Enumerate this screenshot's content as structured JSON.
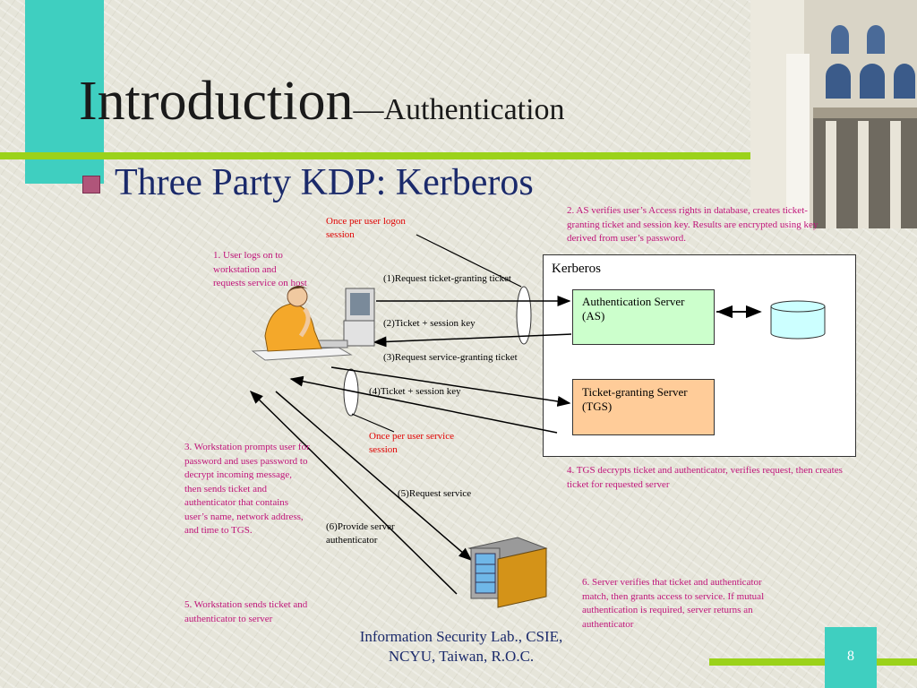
{
  "slide": {
    "title": "Introduction",
    "title_suffix": "—Authentication",
    "bullet": "Three Party KDP: Kerberos",
    "page_number": "8",
    "footer_line1": "Information Security Lab., CSIE,",
    "footer_line2": "NCYU, Taiwan, R.O.C."
  },
  "diagram": {
    "kerberos_label": "Kerberos",
    "as_box": "Authentication Server (AS)",
    "tgs_box": "Ticket-granting Server (TGS)",
    "red_note_1": "Once per user logon session",
    "red_note_2": "Once per user service session",
    "msg_1": "(1)Request ticket-granting ticket",
    "msg_2": "(2)Ticket + session key",
    "msg_3": "(3)Request service-granting ticket",
    "msg_4": "(4)Ticket + session key",
    "msg_5": "(5)Request service",
    "msg_6": "(6)Provide server authenticator",
    "step_1": "1. User logs on to workstation and requests service on host",
    "step_2": "2. AS verifies user’s Access rights in database, creates ticket-granting ticket and session key. Results are encrypted using key derived from user’s password.",
    "step_3": "3. Workstation prompts user for password and uses password to decrypt incoming message, then sends ticket and authenticator that contains user’s name, network address, and time to TGS.",
    "step_4": "4. TGS decrypts ticket and authenticator, verifies request, then creates ticket for requested server",
    "step_5": "5. Workstation sends ticket and authenticator to server",
    "step_6": "6. Server verifies that ticket and authenticator match, then grants access to service. If mutual authentication is required, server returns an authenticator"
  },
  "colors": {
    "teal": "#3fcfc0",
    "lime": "#9bd21a",
    "as_fill": "#ccffcc",
    "tgs_fill": "#ffcc99",
    "note_red": "#e00000",
    "step_pink": "#c0147a",
    "title_navy": "#1b2a6b"
  }
}
